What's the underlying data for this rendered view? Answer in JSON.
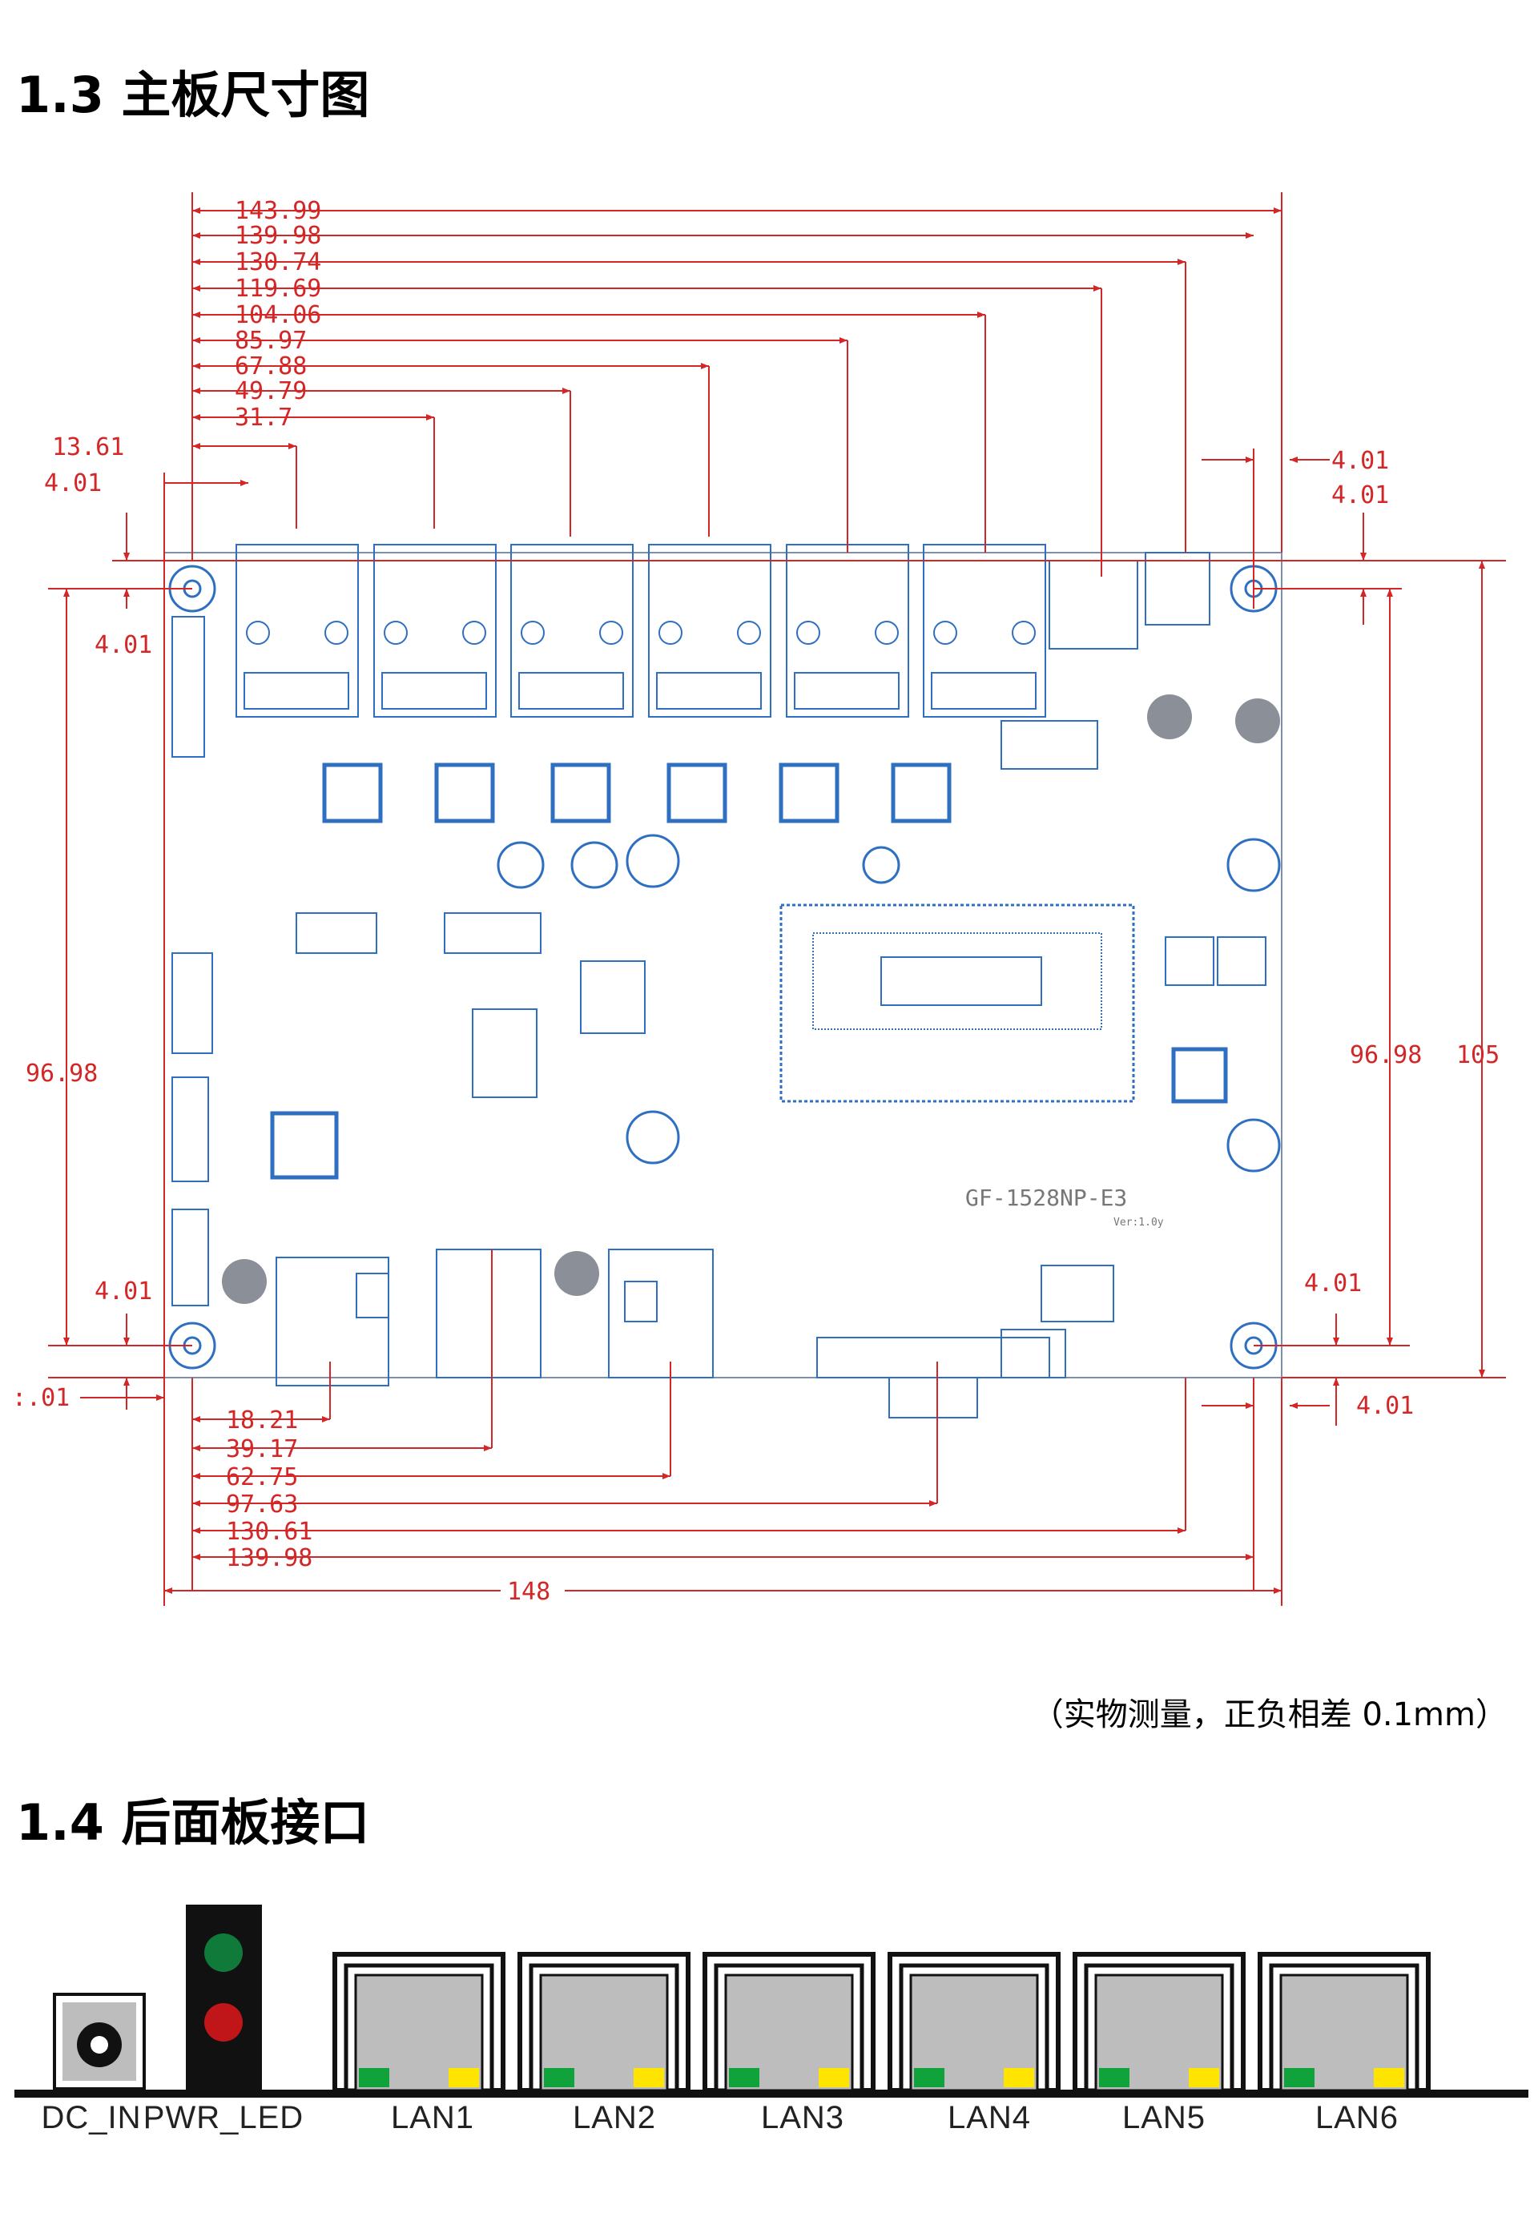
{
  "sections": {
    "board_size": {
      "title": "1.3  主板尺寸图"
    },
    "rear_panel": {
      "title": "1.4  后面板接口"
    }
  },
  "board": {
    "model": "GF-1528NP-E3",
    "version": "Ver:1.0y"
  },
  "dimensions": {
    "top_values": [
      "143.99",
      "139.98",
      "130.74",
      "119.69",
      "104.06",
      "85.97",
      "67.88",
      "49.79",
      "31.7"
    ],
    "left_offsets": [
      "13.61",
      "4.01"
    ],
    "top_right": [
      "4.01",
      "4.01"
    ],
    "left_height": "96.98",
    "right_height": "96.98",
    "total_height": "105",
    "left_edge_top": "4.01",
    "left_edge_bottom": "4.01",
    "right_edge_bottom": "4.01",
    "left_cut": ":.01",
    "bottom_right": "4.01",
    "bottom_values": [
      "18.21",
      "39.17",
      "62.75",
      "97.63",
      "130.61",
      "139.98"
    ],
    "total_width": "148"
  },
  "note": "（实物测量，正负相差 0.1mm）",
  "rear_panel": {
    "ports": [
      {
        "label": "DC_IN",
        "type": "dc-jack"
      },
      {
        "label": "PWR_LED",
        "type": "led"
      },
      {
        "label": "LAN1",
        "type": "rj45"
      },
      {
        "label": "LAN2",
        "type": "rj45"
      },
      {
        "label": "LAN3",
        "type": "rj45"
      },
      {
        "label": "LAN4",
        "type": "rj45"
      },
      {
        "label": "LAN5",
        "type": "rj45"
      },
      {
        "label": "LAN6",
        "type": "rj45"
      }
    ],
    "colors": {
      "led_green": "#0f7a3a",
      "led_red": "#c0161a",
      "status_green": "#11a33b",
      "status_yellow": "#ffe400"
    }
  },
  "colors": {
    "dimension": "#d42626",
    "pcb": "#2f6fc1"
  }
}
